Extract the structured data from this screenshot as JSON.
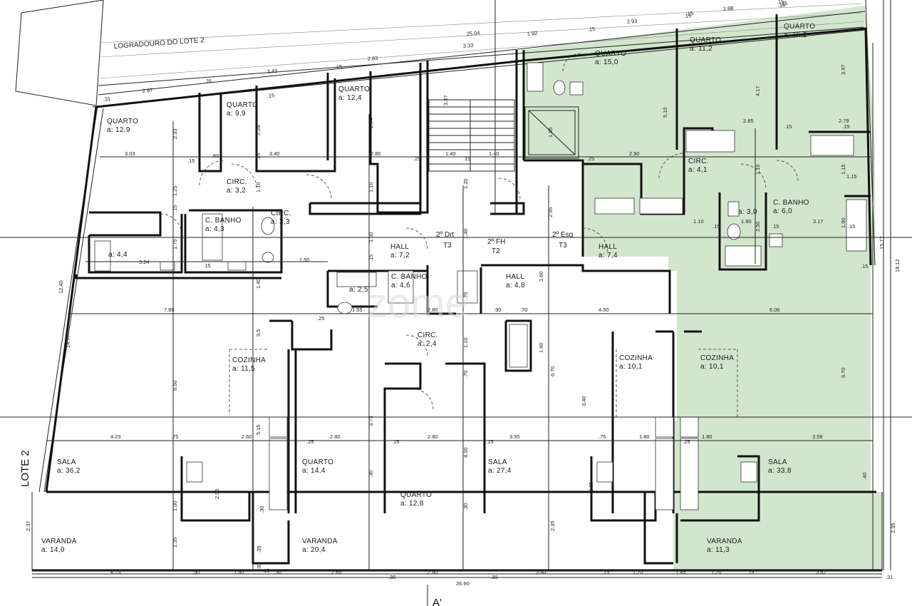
{
  "plan": {
    "site": {
      "logradouro": "LOGRADOURO DO LOTE 2",
      "lote": "LOTE 2",
      "section": "A'",
      "watermark": "zome"
    },
    "highlight_color": "#d2e6cd",
    "rooms": [
      {
        "name": "QUARTO",
        "area": "a: 12,9"
      },
      {
        "name": "QUARTO",
        "area": "a: 9,9"
      },
      {
        "name": "QUARTO",
        "area": "a: 12,4"
      },
      {
        "name": "QUARTO",
        "area": "a: 15,0"
      },
      {
        "name": "QUARTO",
        "area": "a: 11,2"
      },
      {
        "name": "QUARTO",
        "area": "a: 15,2"
      },
      {
        "name": "CIRC.",
        "area": "a: 3,2"
      },
      {
        "name": "C. BANHO",
        "area": "a: 4,3"
      },
      {
        "name": "",
        "area": "a: 4,4"
      },
      {
        "name": "CIRC.",
        "area": "a: 3,3"
      },
      {
        "name": "HALL",
        "area": "a: 7,2"
      },
      {
        "name": "C. BANHO",
        "area": "a: 4,6"
      },
      {
        "name": "",
        "area": "a: 2,5"
      },
      {
        "name": "HALL",
        "area": "a: 4,8"
      },
      {
        "name": "CIRC.",
        "area": "a: 2,4"
      },
      {
        "name": "HALL",
        "area": "a: 7,4"
      },
      {
        "name": "CIRC.",
        "area": "a: 4,1"
      },
      {
        "name": "C. BANHO",
        "area": "a: 6,0"
      },
      {
        "name": "",
        "area": "a: 3,0"
      },
      {
        "name": "COZINHA",
        "area": "a: 11,5"
      },
      {
        "name": "COZINHA",
        "area": "a: 10,1"
      },
      {
        "name": "COZINHA",
        "area": "a: 10,1"
      },
      {
        "name": "SALA",
        "area": "a: 36,2"
      },
      {
        "name": "QUARTO",
        "area": "a: 14,4"
      },
      {
        "name": "QUARTO",
        "area": "a: 12,8"
      },
      {
        "name": "SALA",
        "area": "a: 27,4"
      },
      {
        "name": "SALA",
        "area": "a: 33,8"
      },
      {
        "name": "VARANDA",
        "area": "a: 14,0"
      },
      {
        "name": "VARANDA",
        "area": "a: 20,4"
      },
      {
        "name": "VARANDA",
        "area": "a: 11,3"
      }
    ],
    "units": [
      {
        "floor": "2º Drt",
        "type": "T3"
      },
      {
        "floor": "2º FH",
        "type": "T2"
      },
      {
        "floor": "2º Esq",
        "type": "T3"
      }
    ],
    "dims_top": [
      "3.43",
      "2.83",
      "3.33",
      "25.04",
      "1.92",
      "2.93",
      "2.88",
      ".15",
      ".15",
      ".15",
      ".15",
      ".15",
      ".15",
      ".15",
      ".76",
      "2.97",
      ".31",
      ".15"
    ],
    "dims_row1": [
      "3.03",
      ".15",
      ".60",
      "3.40",
      "2.80",
      ".25",
      "1.40",
      ".15",
      "1.40",
      ".25",
      "2.90",
      "2.85",
      "2.79",
      ".15",
      ".15"
    ],
    "dims_row2": [
      "3.24",
      ".15",
      "1.50",
      "1.10",
      ".15",
      "1.80",
      ".15",
      "3.17",
      ".15"
    ],
    "dims_row3": [
      "7.88",
      ".25",
      "1.55",
      "2.80",
      ".90",
      ".70",
      "4.50",
      "6.06",
      ".15",
      "1.15"
    ],
    "dims_row4": [
      "4.23",
      ".75",
      "2.60",
      ".25",
      "2.80",
      ".15",
      "2.80",
      ".15",
      "3.55",
      ".75",
      "1.80",
      ".25",
      "1.80",
      "3.59"
    ],
    "dims_bottom": [
      "4.23",
      ".90",
      "1.80",
      ".90",
      "2.65",
      "2.80",
      "3.40",
      ".75",
      "1.20",
      "1.45",
      "1.20",
      ".75",
      "3.62",
      ".31",
      "26.90",
      ".15",
      ".30",
      ".30"
    ],
    "dims_vertical": [
      "14.77",
      "12.40",
      "2.37",
      "2.33",
      "1.25",
      "1.75",
      ".15",
      "6.50",
      "2.28",
      "1.10",
      ".15",
      "1.40",
      "9.5",
      "2.84",
      "1.10",
      "1.50",
      ".15",
      "3.37",
      "1.20",
      "2.95",
      "1.40",
      "1.85",
      "5.10",
      "4.17",
      "1.10",
      "2.50",
      "3.97",
      "1.15",
      "1.90",
      "15.77",
      "18.12",
      "6.70",
      "1.60",
      "3.40",
      "2.35",
      "2.35",
      "1.00",
      "1.35",
      "2.05",
      ".30",
      "3.73",
      "4.00",
      "5.15",
      ".30",
      ".70",
      "1.60",
      ".70",
      "1.10",
      "2.35",
      "6.70",
      ".40",
      ".30",
      ".35",
      ".30"
    ]
  }
}
